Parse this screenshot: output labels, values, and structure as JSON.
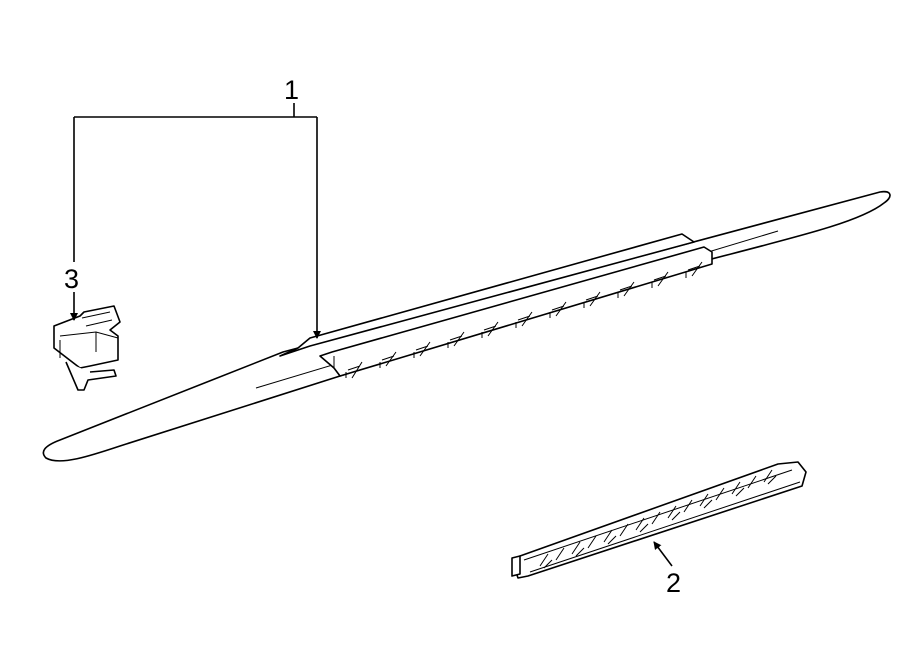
{
  "diagram": {
    "callouts": [
      {
        "id": "1",
        "label": "1"
      },
      {
        "id": "2",
        "label": "2"
      },
      {
        "id": "3",
        "label": "3"
      }
    ],
    "colors": {
      "line": "#000000",
      "background": "#ffffff"
    }
  }
}
